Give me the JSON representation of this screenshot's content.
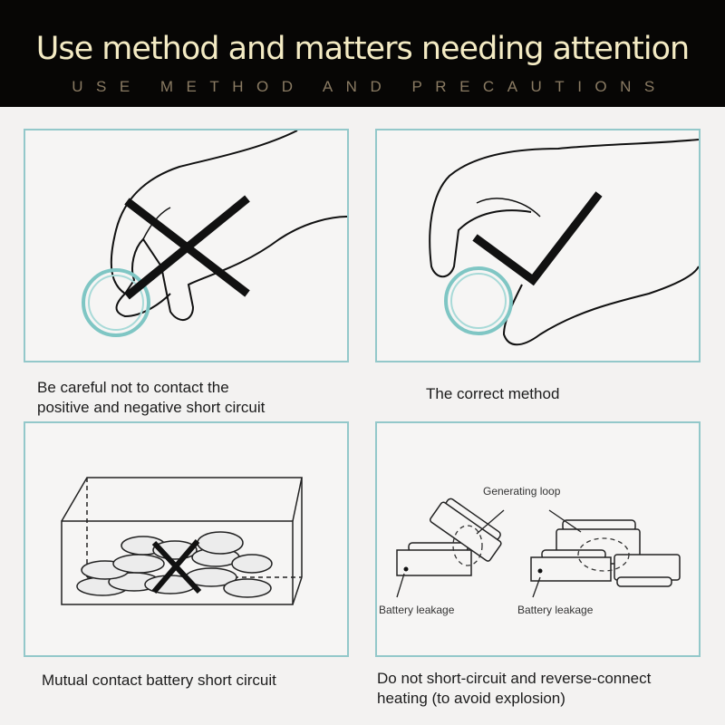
{
  "header": {
    "title": "Use method and matters needing attention",
    "subtitle": "USE METHOD AND PRECAUTIONS"
  },
  "panels": [
    {
      "caption_line1": "Be careful not to contact the",
      "caption_line2": "positive and negative short circuit",
      "mark": "x-mark"
    },
    {
      "caption_line1": "The correct method",
      "mark": "check-mark"
    },
    {
      "caption_line1": "Mutual contact battery short circuit",
      "mark": "x-mark"
    },
    {
      "caption_line1": "Do not short-circuit and reverse-connect",
      "caption_line2": "heating (to avoid explosion)",
      "label_loop": "Generating loop",
      "label_leak_left": "Battery leakage",
      "label_leak_right": "Battery leakage"
    }
  ],
  "colors": {
    "header_bg": "#070605",
    "title": "#f4ebc4",
    "subtitle": "#8a7b63",
    "panel_border": "#93c8ca",
    "battery_ring": "#7fc6c4"
  }
}
